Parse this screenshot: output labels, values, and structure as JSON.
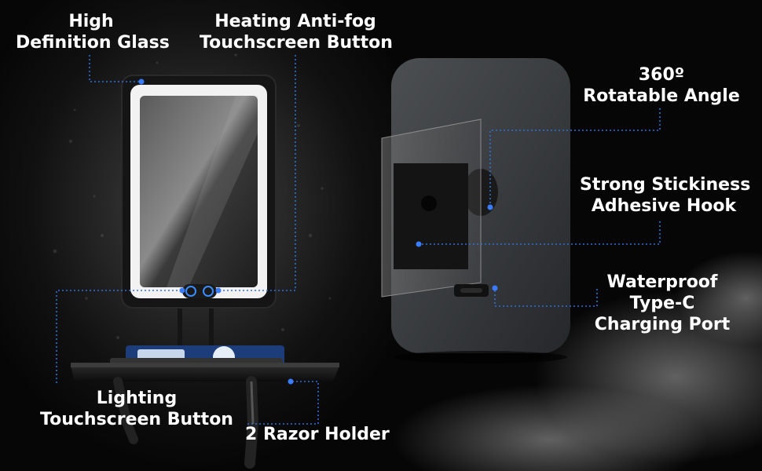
{
  "colors": {
    "accent_line": "#2f6fd8",
    "text": "#ffffff",
    "background": "#050505"
  },
  "features": {
    "glass": {
      "line1": "High",
      "line2": "Definition Glass"
    },
    "antifog": {
      "line1": "Heating Anti-fog",
      "line2": "Touchscreen Button"
    },
    "rotate": {
      "line1": "360º",
      "line2": "Rotatable Angle"
    },
    "hook": {
      "line1": "Strong Stickiness",
      "line2": "Adhesive Hook"
    },
    "port": {
      "line1": "Waterproof",
      "line2": "Type-C",
      "line3": "Charging Port"
    },
    "lighting": {
      "line1": "Lighting",
      "line2": "Touchscreen Button"
    },
    "razor": {
      "line1": "2 Razor Holder"
    }
  }
}
